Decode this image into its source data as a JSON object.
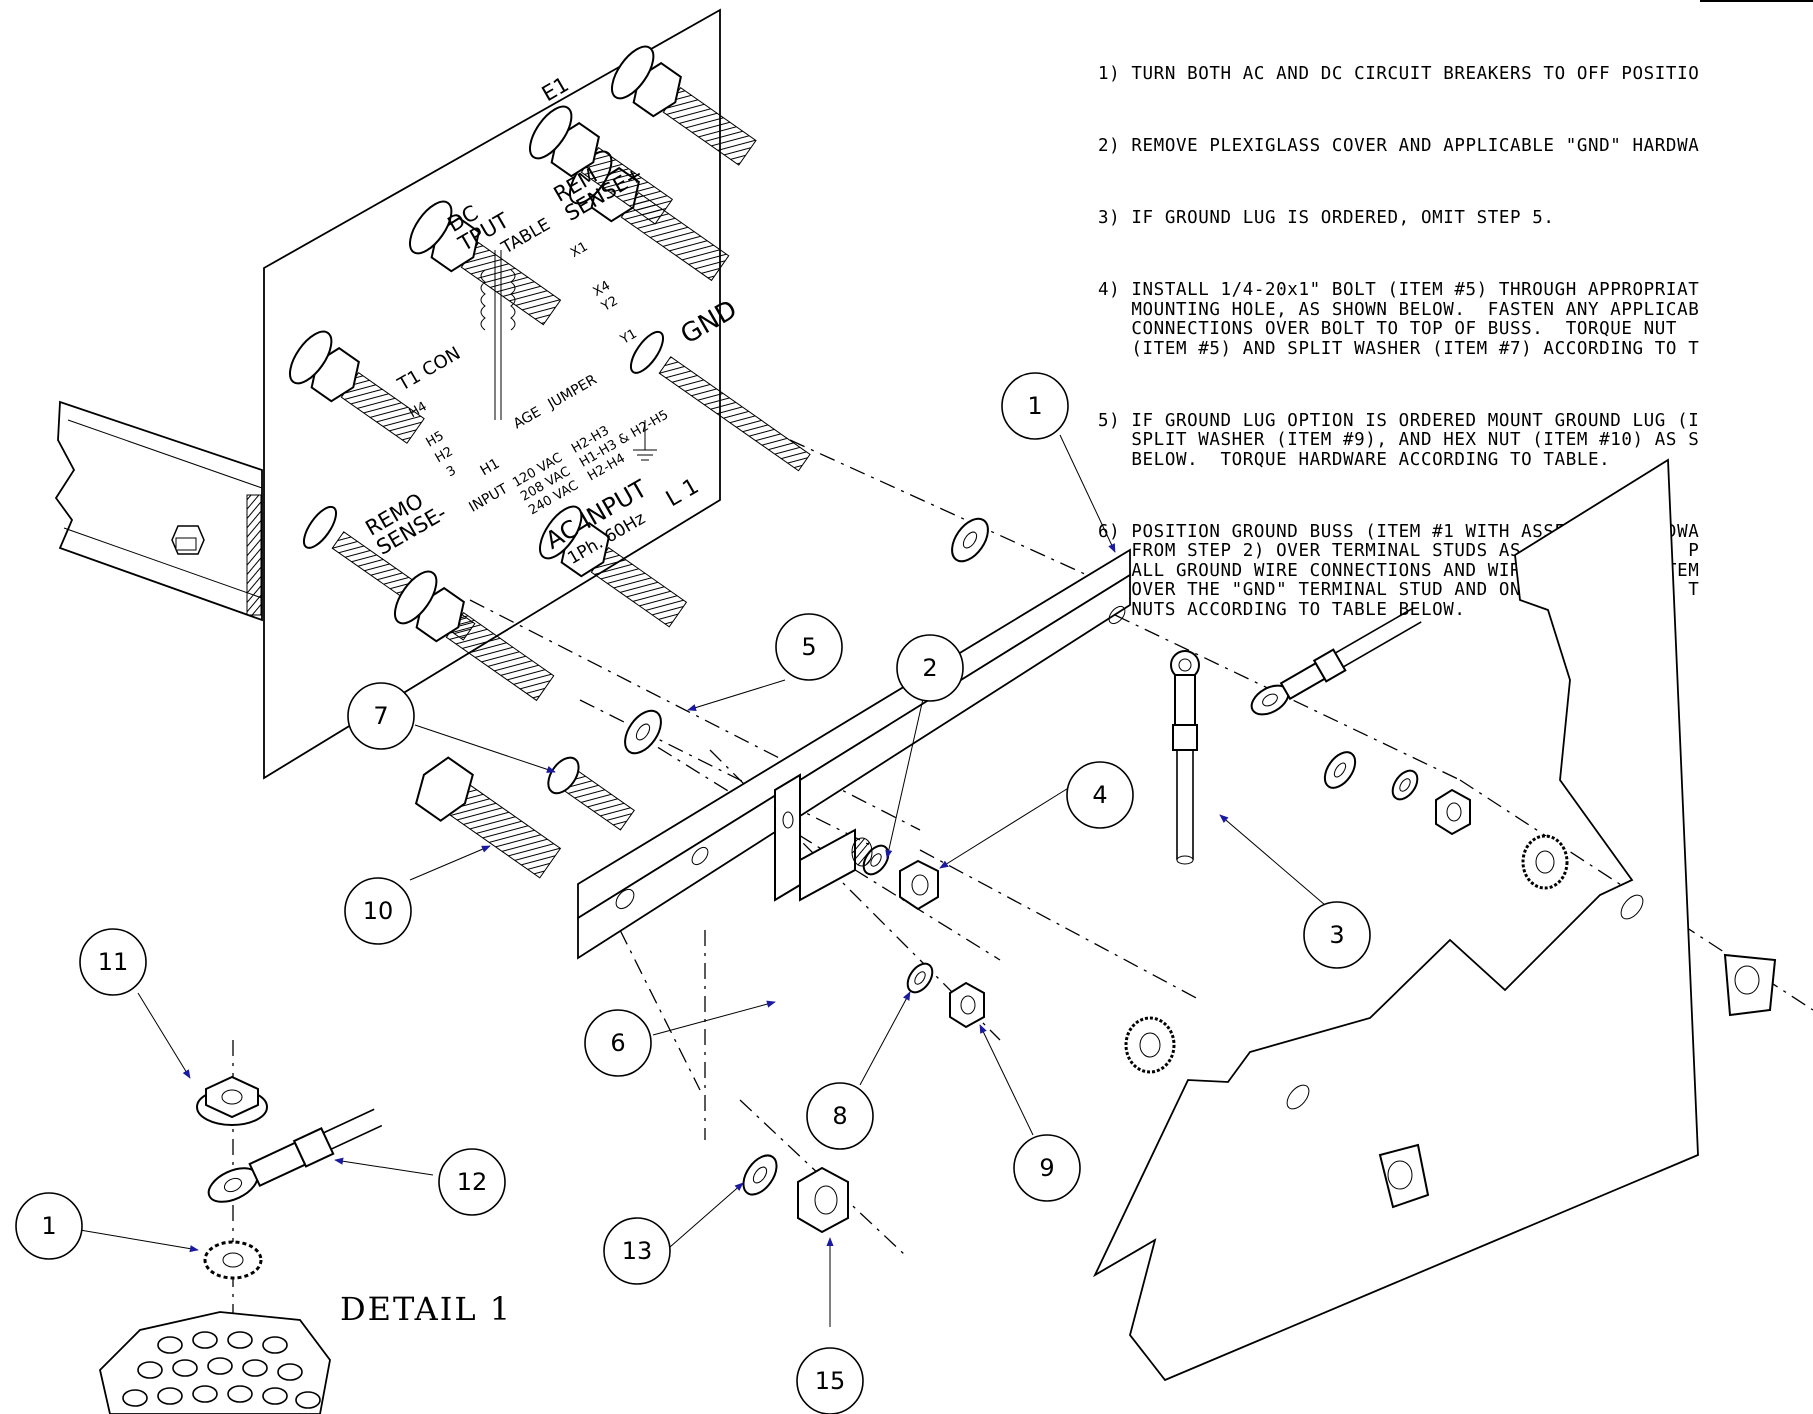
{
  "notes": [
    "1) TURN BOTH AC AND DC CIRCUIT BREAKERS TO OFF POSITIO",
    "2) REMOVE PLEXIGLASS COVER AND APPLICABLE \"GND\" HARDWA",
    "3) IF GROUND LUG IS ORDERED, OMIT STEP 5.",
    "4) INSTALL 1/4-20x1\" BOLT (ITEM #5) THROUGH APPROPRIAT\n   MOUNTING HOLE, AS SHOWN BELOW.  FASTEN ANY APPLICAB\n   CONNECTIONS OVER BOLT TO TOP OF BUSS.  TORQUE NUT\n   (ITEM #5) AND SPLIT WASHER (ITEM #7) ACCORDING TO T",
    "5) IF GROUND LUG OPTION IS ORDERED MOUNT GROUND LUG (I\n   SPLIT WASHER (ITEM #9), AND HEX NUT (ITEM #10) AS S\n   BELOW.  TORQUE HARDWARE ACCORDING TO TABLE.",
    "6) POSITION GROUND BUSS (ITEM #1 WITH ASSEMBLED HARDWA\n   FROM STEP 2) OVER TERMINAL STUDS AS SHOWN BELOW.  P\n   ALL GROUND WIRE CONNECTIONS AND WIRE ASSEMBLY (ITEM\n   OVER THE \"GND\" TERMINAL STUD AND ON TOP OF BUSS.  T\n   NUTS ACCORDING TO TABLE BELOW."
  ],
  "detail_label": "DETAIL 1",
  "callouts": [
    "1",
    "2",
    "3",
    "4",
    "5",
    "6",
    "7",
    "8",
    "9",
    "10",
    "11",
    "12",
    "13",
    "15",
    "1"
  ],
  "panel_labels": {
    "dc_output": "DC\nTPUT",
    "table": "TABLE",
    "e1": "E1",
    "rem_sense_plus": "REM\nSENSE+",
    "remo_sense_minus": "REMO\nSENSE-",
    "gnd": "GND",
    "t1_con": "T1 CON",
    "h4": "H4",
    "h5": "H5",
    "h2": "H2",
    "h3": "3",
    "h1": "H1",
    "x1": "X1",
    "x4": "X4",
    "y2": "Y2",
    "y1": "Y1",
    "input": "INPUT",
    "age": "AGE",
    "jumper": "JUMPER",
    "v120": "120 VAC",
    "v208": "208 VAC",
    "v240": "240 VAC",
    "j120": "H2-H3",
    "j208": "H1-H3 & H2-H5",
    "j240": "H2-H4",
    "ac_input": "AC INPUT",
    "phase": "1Ph. 60Hz",
    "l1": "L 1"
  }
}
